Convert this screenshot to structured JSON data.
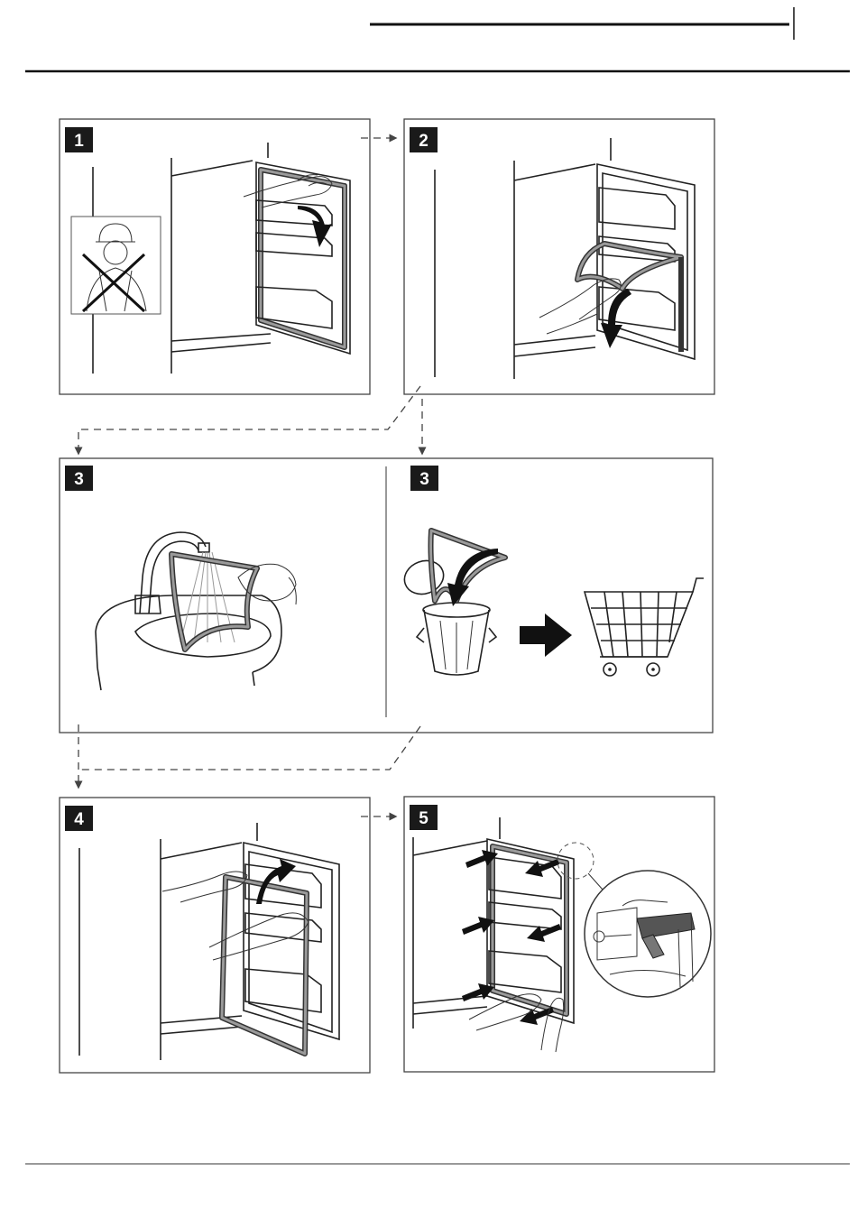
{
  "steps": [
    {
      "id": "step-1",
      "label": "1"
    },
    {
      "id": "step-2",
      "label": "2"
    },
    {
      "id": "step-3a",
      "label": "3"
    },
    {
      "id": "step-3b",
      "label": "3"
    },
    {
      "id": "step-4",
      "label": "4"
    },
    {
      "id": "step-5",
      "label": "5"
    }
  ],
  "icons": {
    "no-worker": "person-prohibited-icon",
    "tap": "faucet-icon",
    "bin": "trash-bin-icon",
    "cart": "shopping-cart-icon",
    "arrow": "right-arrow-icon"
  },
  "colors": {
    "label_bg": "#1a1a1a",
    "gasket": "#333333",
    "frame": "#444444"
  }
}
